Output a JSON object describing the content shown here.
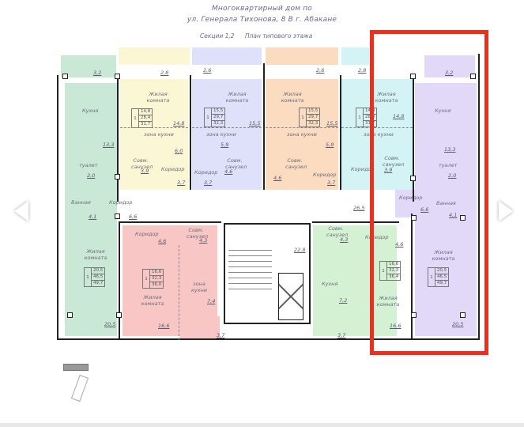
{
  "header": {
    "line1": "Многоквартирный дом по",
    "line2": "ул. Генерала Тихонова, 8 В г. Абакане",
    "section": "Секции 1,2",
    "plan_title": "План типового этажа"
  },
  "colors": {
    "green": "#c9e8d6",
    "yellow": "#fbf6d4",
    "blue": "#dfe1fb",
    "orange": "#fbdcc0",
    "cyan": "#d3f3f4",
    "violet": "#e2d8f7",
    "pink": "#f9c6c6",
    "light_green": "#d5f1d4",
    "highlight": "#e8321f"
  },
  "apartments": [
    {
      "id": "apt-left-1room-green",
      "rooms": 1,
      "living": "20,5",
      "total_living": "46,5",
      "total": "49,7",
      "labels": {
        "kitchen": "Кухня",
        "kitchen_area": "13,3",
        "balcony": "3,2",
        "toilet": "туалет",
        "toilet_area": "2,0",
        "bath": "Ванная",
        "bath_area": "4,1",
        "corridor": "Коридор",
        "corridor_area": "6,6",
        "living_room": "Жилая комната",
        "living_area": "20,5"
      }
    },
    {
      "id": "apt-studio-yellow",
      "rooms": 1,
      "living": "14,8",
      "total_living": "28,4",
      "total": "31,7",
      "labels": {
        "living_room": "Жилая комната",
        "living_area": "14,8",
        "kitchen_zone": "зона кухни",
        "kitchen_area": "6,0",
        "bathroom": "Совм. санузел",
        "bathroom_area": "3,9",
        "corridor": "Коридор",
        "corridor_area": "3,7",
        "balcony": "2,8"
      }
    },
    {
      "id": "apt-studio-blue",
      "rooms": 1,
      "living": "15,5",
      "total_living": "29,7",
      "total": "32,3",
      "labels": {
        "living_room": "Жилая комната",
        "living_area": "15,5",
        "kitchen_zone": "зона кухни",
        "kitchen_area": "5,9",
        "bathroom": "Совм. санузел",
        "bathroom_area": "4,6",
        "corridor": "Коридор",
        "corridor_area": "3,7",
        "balcony": "2,6"
      }
    },
    {
      "id": "apt-studio-orange",
      "rooms": 1,
      "living": "15,5",
      "total_living": "29,7",
      "total": "32,3",
      "labels": {
        "living_room": "Жилая комната",
        "living_area": "15,5",
        "kitchen_zone": "зона кухни",
        "kitchen_area": "5,9",
        "bathroom": "Совм. санузел",
        "bathroom_area": "4,6",
        "corridor": "Коридор",
        "corridor_area": "3,7",
        "balcony": "2,6"
      }
    },
    {
      "id": "apt-studio-cyan",
      "rooms": 1,
      "living": "14,8",
      "total_living": "28,4",
      "total": "31,7",
      "labels": {
        "living_room": "Жилая комната",
        "living_area": "14,8",
        "kitchen_zone": "зона кухни",
        "bathroom": "Совм. санузел",
        "bathroom_area": "3,9",
        "corridor": "Коридор",
        "corridor_area": "3,7",
        "balcony": "2,8"
      }
    },
    {
      "id": "apt-right-1room-violet",
      "rooms": 1,
      "living": "20,5",
      "total_living": "46,5",
      "total": "49,7",
      "labels": {
        "kitchen": "Кухня",
        "kitchen_area": "13,3",
        "balcony": "3,2",
        "toilet": "туалет",
        "toilet_area": "2,0",
        "bath": "Ванная",
        "bath_area": "4,1",
        "corridor": "Коридор",
        "corridor_area": "6,6",
        "living_room": "Жилая комната",
        "living_area": "20,5"
      }
    },
    {
      "id": "apt-1room-pink",
      "rooms": 1,
      "living": "16,6",
      "total_living": "32,3",
      "total": "36,0",
      "labels": {
        "corridor": "Коридор",
        "corridor_area": "4,6",
        "bathroom": "Совм. санузел",
        "bathroom_area": "4,3",
        "kitchen_zone": "зона кухни",
        "kitchen_area": "7,4",
        "living_room": "Жилая комната",
        "living_area": "16,6",
        "balcony": "3,7"
      }
    },
    {
      "id": "apt-1room-lightgreen",
      "rooms": 1,
      "living": "16,6",
      "total_living": "32,3",
      "total": "36,4",
      "labels": {
        "corridor": "Коридор",
        "corridor_area": "4,6",
        "bathroom": "Совм. санузел",
        "bathroom_area": "4,3",
        "kitchen": "Кухня",
        "kitchen_area": "7,2",
        "living_room": "Жилая комната",
        "living_area": "16,6",
        "balcony": "3,7"
      }
    }
  ],
  "common": {
    "corridor_area": "26,5",
    "stair_area": "22,8"
  },
  "nav": {
    "prev": "previous-image",
    "next": "next-image"
  }
}
